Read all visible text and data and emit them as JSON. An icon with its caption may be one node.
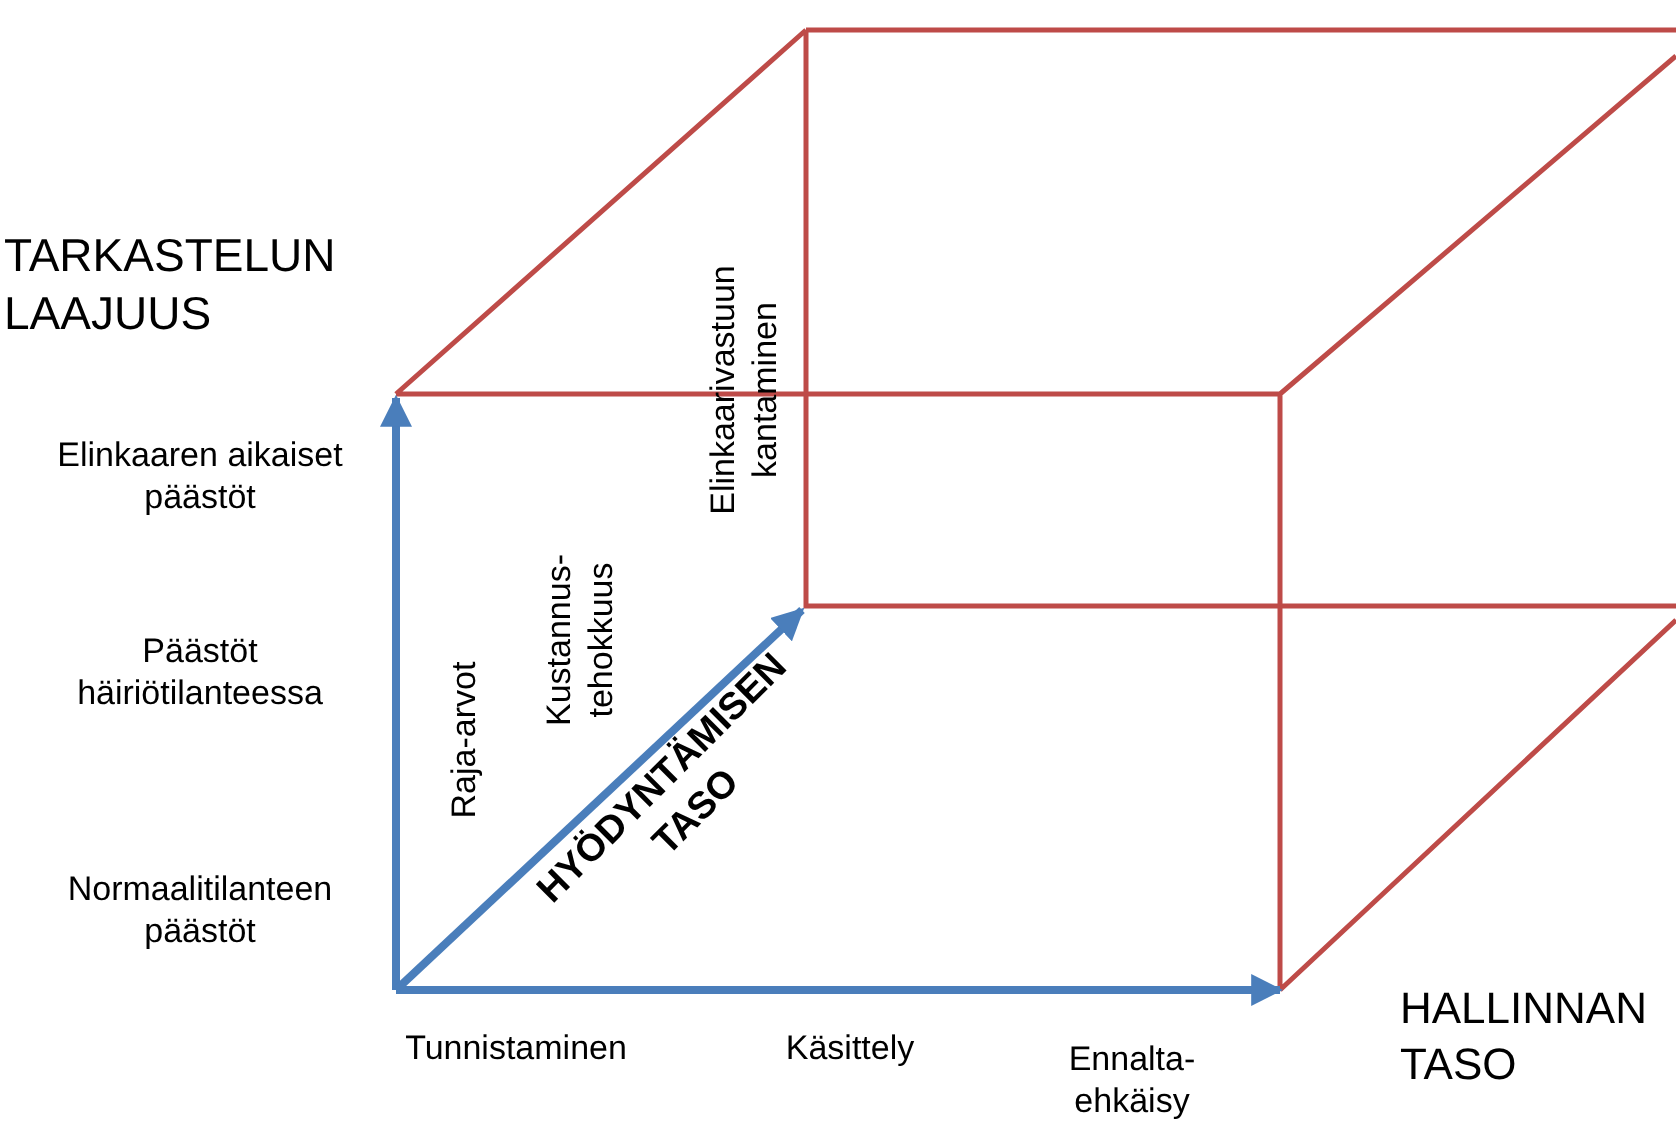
{
  "diagram": {
    "labels": [
      "TARKASTELUN LAAJUUS",
      "Elinkaarivastuun kantaminen",
      "Elinkaaren aikaiset päästöt",
      "Kustannus-tehokkuus",
      "Päästöt häiriötilanteessa",
      "Raja-arvot",
      "HYÖDYNTÄMISEN TASO",
      "Normaalitilanteen päästöt",
      "HALLINNAN TASO",
      "Tunnistaminen",
      "Käsittely",
      "Ennalta-ehkäisy"
    ]
  }
}
